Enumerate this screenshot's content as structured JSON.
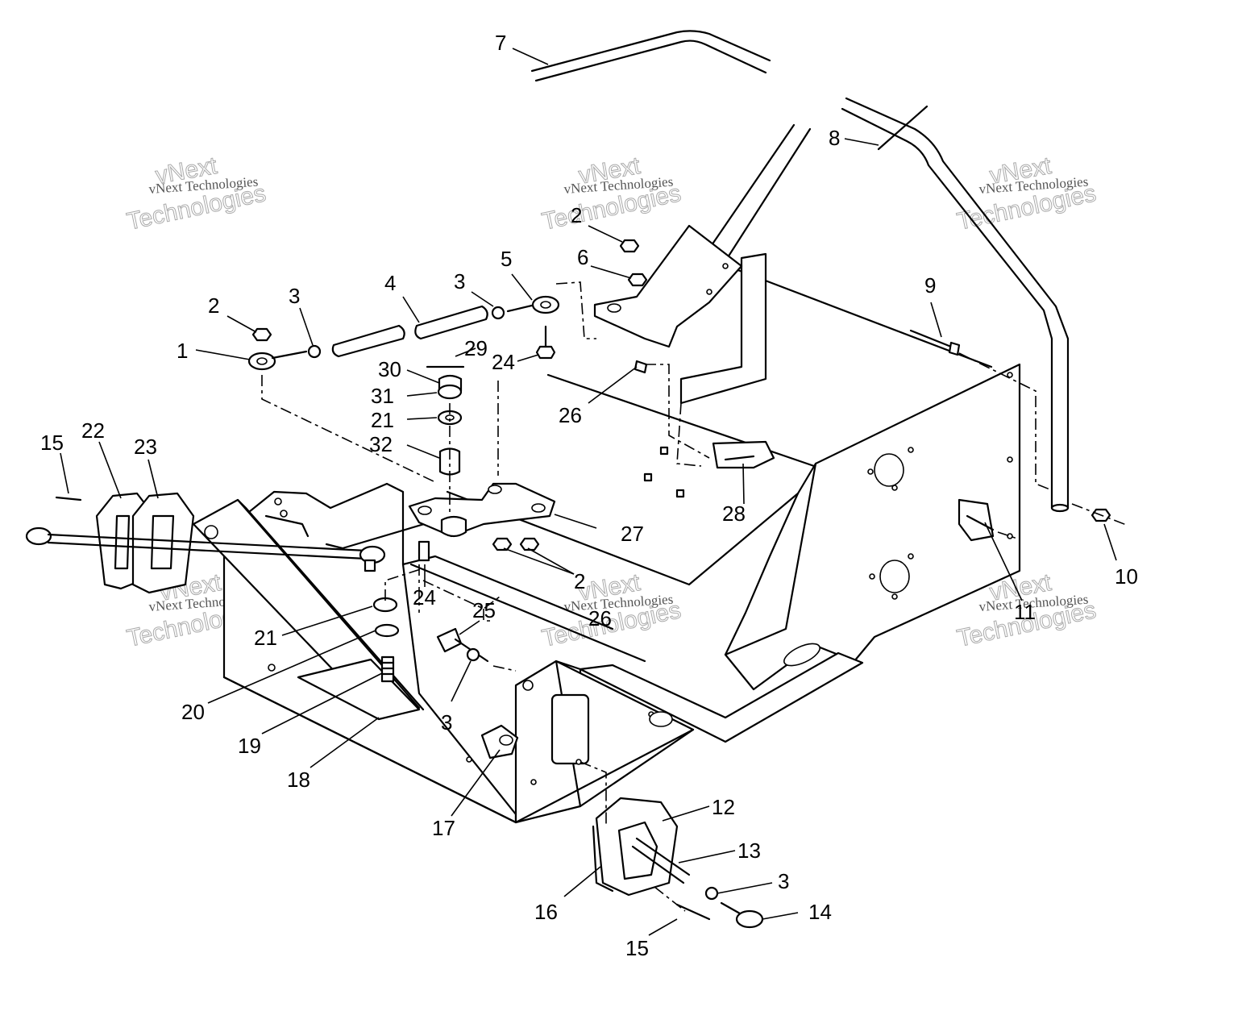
{
  "diagram": {
    "callouts": {
      "c1": "1",
      "c2a": "2",
      "c2b": "2",
      "c2c": "2",
      "c3a": "3",
      "c3b": "3",
      "c3c": "3",
      "c3d": "3",
      "c4": "4",
      "c5": "5",
      "c6": "6",
      "c7": "7",
      "c8": "8",
      "c9": "9",
      "c10": "10",
      "c11": "11",
      "c12": "12",
      "c13": "13",
      "c14": "14",
      "c15a": "15",
      "c15b": "15",
      "c16": "16",
      "c17": "17",
      "c18": "18",
      "c19": "19",
      "c20": "20",
      "c21a": "21",
      "c21b": "21",
      "c22": "22",
      "c23": "23",
      "c24a": "24",
      "c24b": "24",
      "c25": "25",
      "c26a": "26",
      "c26b": "26",
      "c27": "27",
      "c28": "28",
      "c29": "29",
      "c30": "30",
      "c31": "31",
      "c32": "32"
    },
    "watermark": {
      "company_line": "vNext Technologies",
      "brand_top": "vNext",
      "brand_bottom": "Technologies"
    }
  }
}
